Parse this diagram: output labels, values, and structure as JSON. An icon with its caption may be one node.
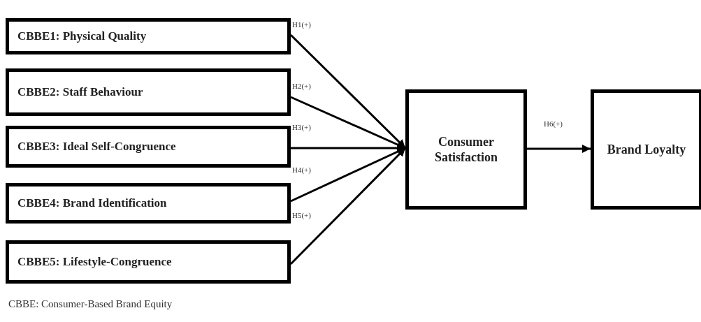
{
  "diagram": {
    "nodes": [
      {
        "text": [
          "CBBE1: Physical Quality"
        ]
      },
      {
        "text": [
          "CBBE2: Staff Behaviour"
        ]
      },
      {
        "text": [
          "CBBE3: Ideal Self-Congruence"
        ]
      },
      {
        "text": [
          "CBBE4: Brand Identification"
        ]
      },
      {
        "text": [
          "CBBE5: Lifestyle-Congruence"
        ]
      },
      {
        "text": [
          "Consumer Satisfaction"
        ]
      },
      {
        "text": [
          "Brand Loyalty"
        ]
      }
    ],
    "edges": [
      {
        "from": 0,
        "to": 5,
        "arrow": "to",
        "label": "H1(+)"
      },
      {
        "from": 1,
        "to": 5,
        "arrow": "to",
        "label": "H2(+)"
      },
      {
        "from": 2,
        "to": 5,
        "arrow": "to",
        "label": "H3(+)"
      },
      {
        "from": 3,
        "to": 5,
        "arrow": "to",
        "label": "H4(+)"
      },
      {
        "from": 4,
        "to": 5,
        "arrow": "to",
        "label": "H5(+)"
      },
      {
        "from": 5,
        "to": 6,
        "arrow": "to",
        "label": "H6(+)"
      }
    ],
    "labels": [
      "CBBE: Consumer-Based Brand Equity"
    ]
  }
}
